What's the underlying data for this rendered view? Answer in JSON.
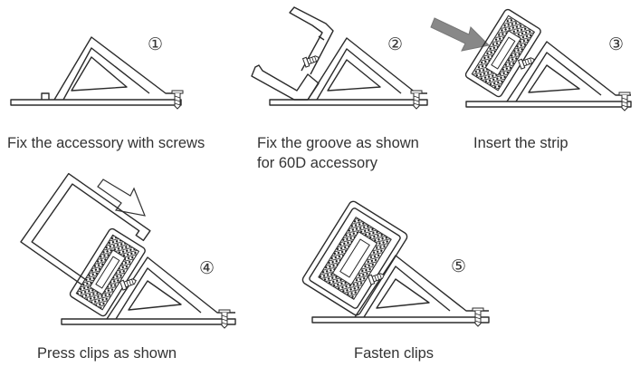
{
  "steps": [
    {
      "number": "①",
      "caption": "Fix the accessory with screws"
    },
    {
      "number": "②",
      "caption_line1": "Fix the groove as shown",
      "caption_line2": "for 60D accessory"
    },
    {
      "number": "③",
      "caption": "Insert the strip"
    },
    {
      "number": "④",
      "caption": "Press clips as shown"
    },
    {
      "number": "⑤",
      "caption": "Fasten clips"
    }
  ]
}
